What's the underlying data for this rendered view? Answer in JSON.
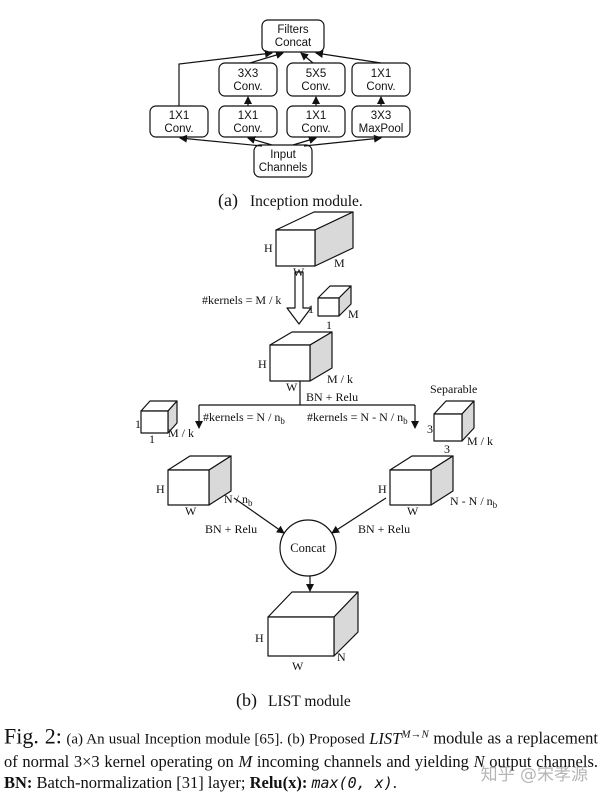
{
  "inception": {
    "top_box": [
      "Filters",
      "Concat"
    ],
    "row1": [
      [
        "3X3",
        "Conv."
      ],
      [
        "5X5",
        "Conv."
      ],
      [
        "1X1",
        "Conv."
      ]
    ],
    "row2": [
      [
        "1X1",
        "Conv."
      ],
      [
        "1X1",
        "Conv."
      ],
      [
        "1X1",
        "Conv."
      ],
      [
        "3X3",
        "MaxPool"
      ]
    ],
    "input_box": [
      "Input",
      "Channels"
    ],
    "subcaption_letter": "(a)",
    "subcaption_text": "Inception module."
  },
  "list": {
    "cube1_h": "H",
    "cube1_w": "W",
    "cube1_m": "M",
    "kernels1": "#kernels = M / k",
    "kernel1_one_a": "1",
    "kernel1_one_b": "1",
    "kernel1_m": "M",
    "cube2_h": "H",
    "cube2_w": "W",
    "cube2_m": "M / k",
    "bn_relu_top": "BN + Relu",
    "separable": "Separable",
    "kernels_left": "#kernels = N / n",
    "kernels_left_sub": "b",
    "kernels_right": "#kernels = N - N / n",
    "kernels_right_sub": "b",
    "kernel_left_one_a": "1",
    "kernel_left_one_b": "1",
    "kernel_left_m": "M / k",
    "kernel_right_three_a": "3",
    "kernel_right_three_b": "3",
    "kernel_right_m": "M / k",
    "cube_left_h": "H",
    "cube_left_w": "W",
    "cube_left_n": "N / n",
    "cube_left_n_sub": "b",
    "cube_right_h": "H",
    "cube_right_w": "W",
    "cube_right_n": "N - N / n",
    "cube_right_n_sub": "b",
    "bn_relu_left": "BN + Relu",
    "bn_relu_right": "BN + Relu",
    "concat": "Concat",
    "cube_out_h": "H",
    "cube_out_w": "W",
    "cube_out_n": "N",
    "subcaption_letter": "(b)",
    "subcaption_text": "LIST module"
  },
  "caption": {
    "fig": "Fig. 2:",
    "part_a": "(a) An usual Inception module [65]. (b) Proposed",
    "list_name": "LIST",
    "list_sup": "M→N",
    "part_b": "module as a replacement of normal 3×3 kernel operating on",
    "var_m": "M",
    "part_c": "incoming channels and yielding",
    "var_n": "N",
    "part_d": "output channels.",
    "bn_label": "BN:",
    "bn_text": "Batch-normalization [31] layer;",
    "relu_label": "Relu(x):",
    "relu_formula": "max(0, x)",
    "end": "."
  },
  "watermark": "知乎 @宋孝源"
}
